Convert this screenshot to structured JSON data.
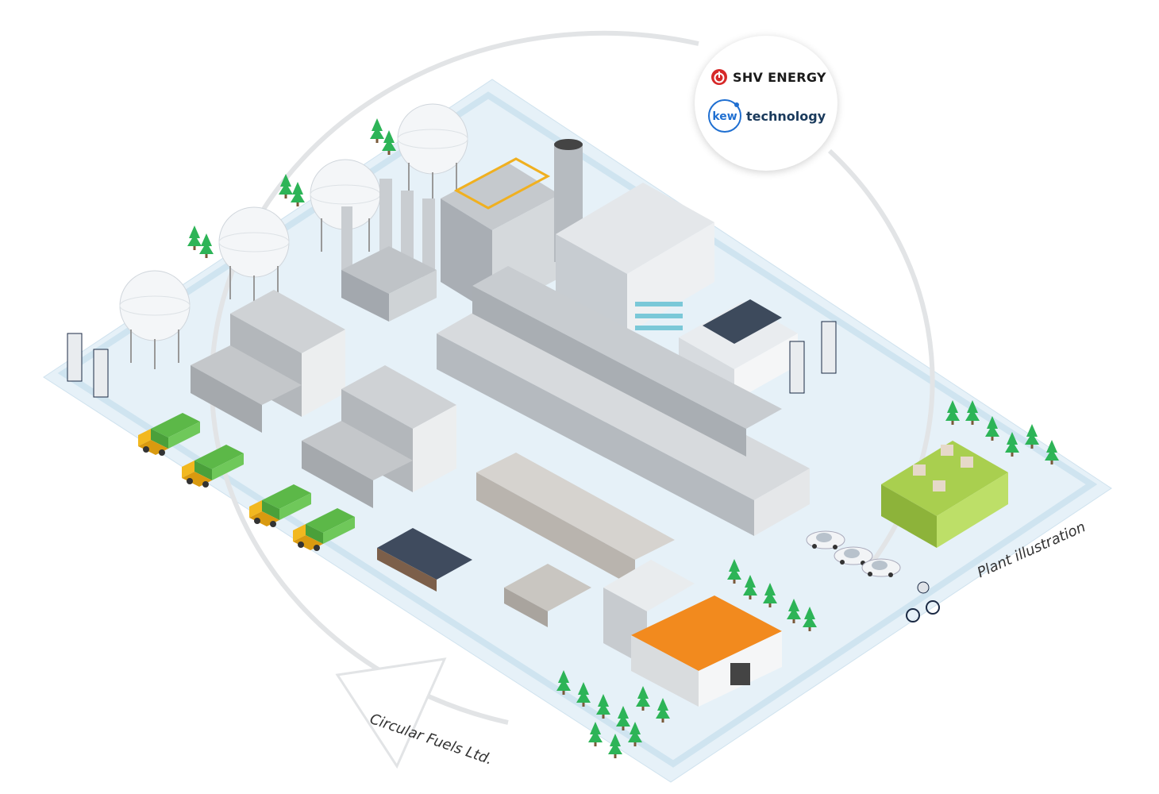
{
  "logos": {
    "brand1": {
      "text": "SHV ENERGY",
      "icon": "power-icon",
      "color": "#d62828"
    },
    "brand2": {
      "badge": "kew",
      "text": "technology",
      "color": "#1f6fd1"
    }
  },
  "captions": {
    "company": "Circular Fuels Ltd.",
    "illustration": "Plant illustration"
  },
  "colors": {
    "ground": "#e6f1f8",
    "road": "#d2e7f2",
    "truck_body": "#5cb848",
    "truck_cab": "#f2b81f",
    "tree": "#2db457",
    "roof_orange": "#f28a1e",
    "field": "#a9cf4f"
  }
}
